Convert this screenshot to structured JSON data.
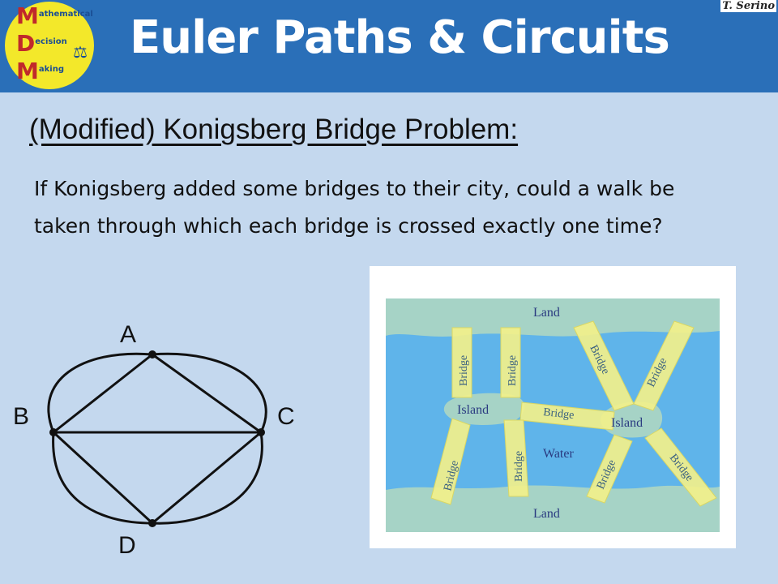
{
  "header": {
    "title": "Euler Paths & Circuits",
    "author": "T. Serino",
    "logo": {
      "rows": [
        {
          "cap": "M",
          "rest": "athematical"
        },
        {
          "cap": "D",
          "rest": "ecision"
        },
        {
          "cap": "M",
          "rest": "aking"
        }
      ],
      "icon": "scale-icon",
      "colors": {
        "background": "#f3e82a",
        "caps": "#c0292b",
        "text": "#1a4d93"
      }
    }
  },
  "main": {
    "subtitle": "(Modified) Konigsberg Bridge Problem:",
    "question": "If Konigsberg added some bridges to their city, could a walk be taken through which each bridge is crossed exactly one time?"
  },
  "graph": {
    "vertices": {
      "a": "A",
      "b": "B",
      "c": "C",
      "d": "D"
    }
  },
  "map": {
    "land_top": "Land",
    "land_bottom": "Land",
    "island_left": "Island",
    "island_right": "Island",
    "water": "Water",
    "bridge": "Bridge",
    "colors": {
      "water": "#5fb4ea",
      "land": "#a6d3c6",
      "bridge": "#f2f08a"
    }
  }
}
